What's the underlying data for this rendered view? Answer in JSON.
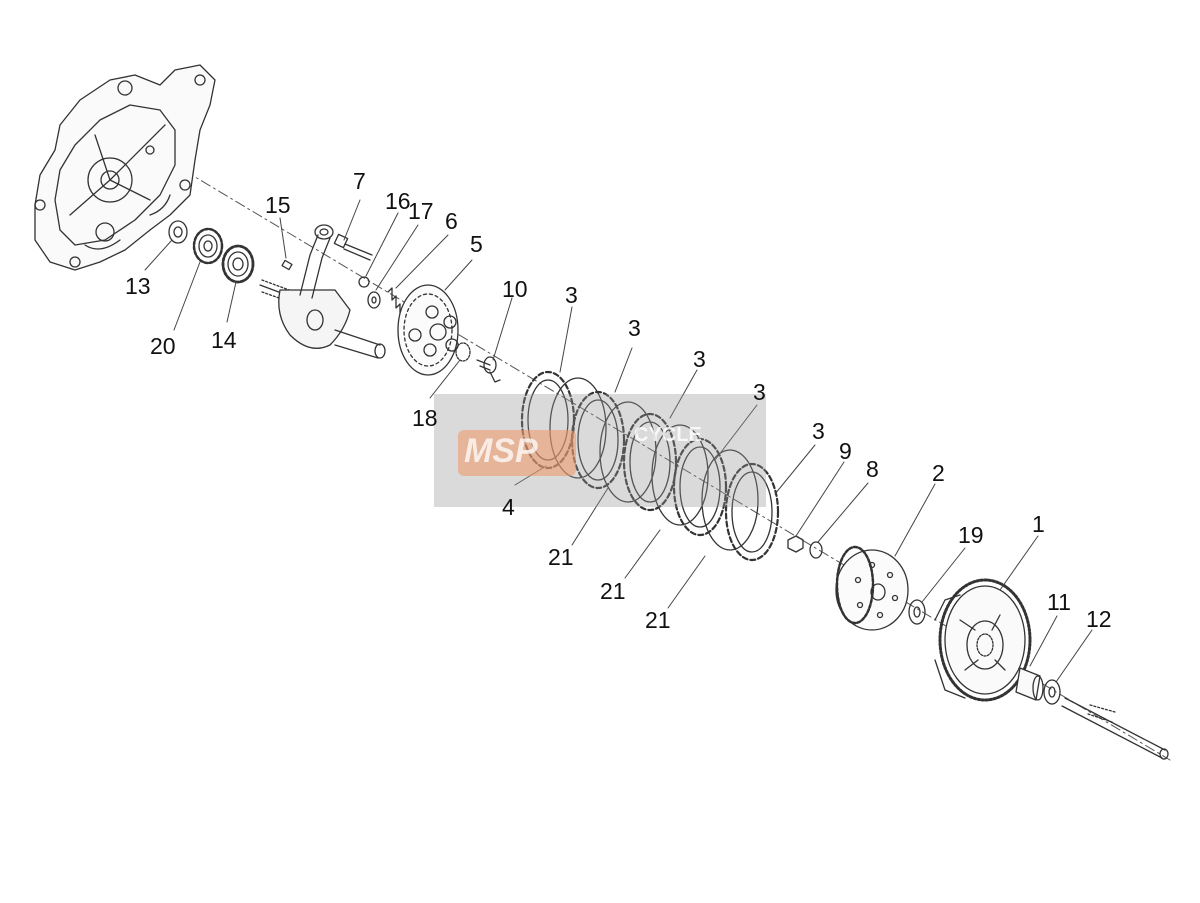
{
  "watermark": {
    "text": "MSP",
    "text2": "CYCLE"
  },
  "labels": {
    "l1": "1",
    "l2": "2",
    "l3a": "3",
    "l3b": "3",
    "l3c": "3",
    "l3d": "3",
    "l3e": "3",
    "l4": "4",
    "l5": "5",
    "l6": "6",
    "l7": "7",
    "l8": "8",
    "l9": "9",
    "l10": "10",
    "l11": "11",
    "l12": "12",
    "l13": "13",
    "l14": "14",
    "l15": "15",
    "l16": "16",
    "l17": "17",
    "l18": "18",
    "l19": "19",
    "l20": "20",
    "l21a": "21",
    "l21b": "21",
    "l21c": "21"
  }
}
